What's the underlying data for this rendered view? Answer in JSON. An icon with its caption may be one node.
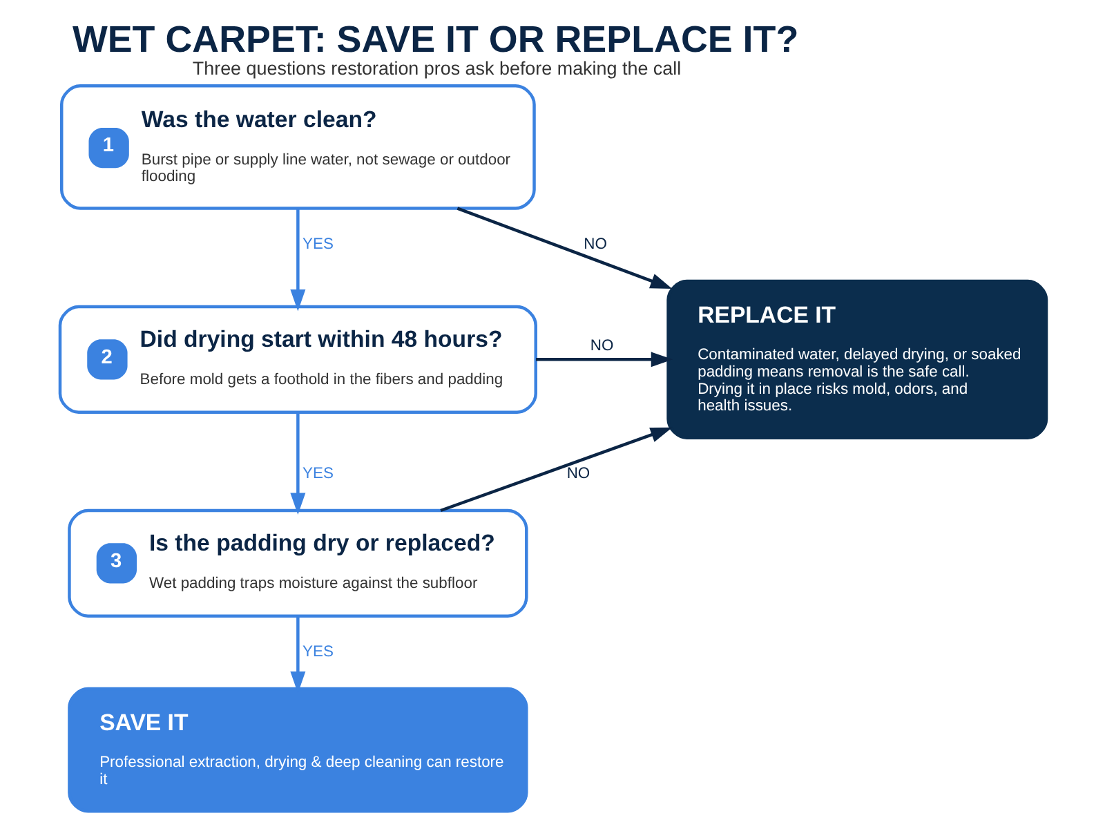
{
  "diagram": {
    "title": "WET CARPET: SAVE IT OR REPLACE IT?",
    "caption": "Three questions restoration pros ask before making the call",
    "nodes": [
      {
        "text": [
          "1",
          "Was the water clean?",
          "Burst pipe or supply line water, not sewage or outdoor flooding"
        ]
      },
      {
        "text": [
          "2",
          "Did drying start within 48 hours?",
          "Before mold gets a foothold in the fibers and padding"
        ]
      },
      {
        "text": [
          "3",
          "Is the padding dry or replaced?",
          "Wet padding traps moisture against the subfloor"
        ]
      },
      {
        "text": [
          "SAVE IT",
          "Professional extraction, drying & deep cleaning can restore it"
        ]
      },
      {
        "text": [
          "REPLACE IT",
          "Contaminated water, delayed drying, or soaked padding means removal is the safe call. Drying it in place risks mold, odors, and health issues."
        ]
      }
    ],
    "edges": [
      {
        "from": 0,
        "to": 4,
        "arrow": "to",
        "label": "NO"
      },
      {
        "from": 0,
        "to": 1,
        "arrow": "to",
        "label": "YES",
        "color": "#3b82e0"
      },
      {
        "from": 1,
        "to": 4,
        "arrow": "to",
        "label": "NO"
      },
      {
        "from": 1,
        "to": 2,
        "arrow": "to",
        "label": "YES",
        "color": "#3b82e0"
      },
      {
        "from": 2,
        "to": 4,
        "arrow": "to",
        "label": "NO"
      },
      {
        "from": 2,
        "to": 3,
        "arrow": "to",
        "label": "YES",
        "color": "#3b82e0"
      }
    ]
  }
}
